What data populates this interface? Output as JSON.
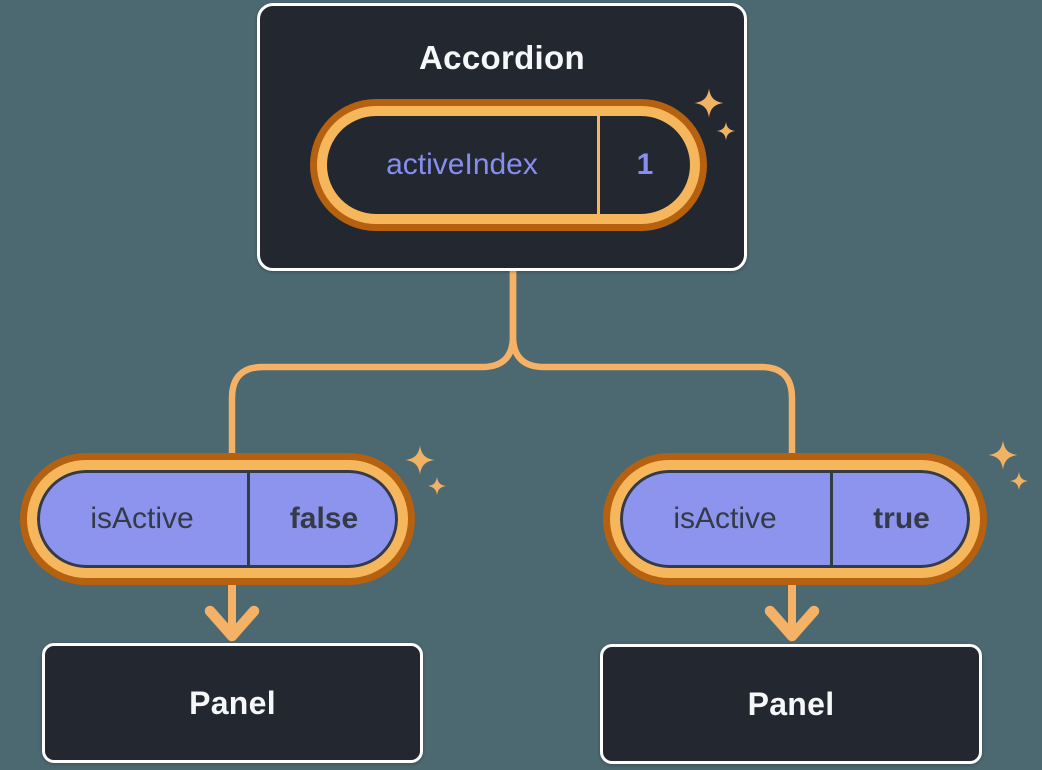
{
  "diagram": {
    "description_labels": {
      "accordion_title": "Accordion",
      "panel_left_title": "Panel",
      "panel_right_title": "Panel"
    }
  },
  "accordion": {
    "title": "Accordion",
    "state_pill": {
      "label": "activeIndex",
      "value": "1"
    }
  },
  "children": [
    {
      "prop_pill": {
        "label": "isActive",
        "value": "false"
      },
      "panel": {
        "title": "Panel"
      }
    },
    {
      "prop_pill": {
        "label": "isActive",
        "value": "true"
      },
      "panel": {
        "title": "Panel"
      }
    }
  ],
  "icons": {
    "sparkle": "sparkle-icon",
    "arrow": "arrow-down-icon"
  },
  "colors": {
    "background": "#4C6870",
    "box_fill": "#23272F",
    "box_border": "#FFFFFF",
    "light_text": "#F6F7F9",
    "ring_outer_orange": "#B5610F",
    "ring_inner_orange": "#F6B75C",
    "connector_orange": "#F5B266",
    "pill_purple": "#8C94EE",
    "purple_text": "#878EEF",
    "dark_text": "#343A46",
    "sparkle": "#F2B263"
  }
}
